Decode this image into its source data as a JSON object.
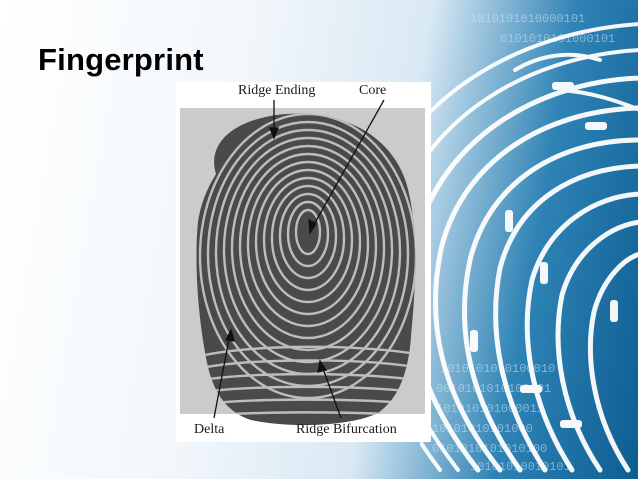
{
  "slide": {
    "title": "Fingerprint"
  },
  "figure": {
    "labels": {
      "ridge_ending": "Ridge Ending",
      "core": "Core",
      "delta": "Delta",
      "ridge_bifurcation": "Ridge Bifurcation"
    }
  },
  "background": {
    "binary_text": [
      "1010101010000101",
      "0101010101000101",
      "1010101010100010",
      "0010101010100101",
      "101010101000011",
      "10101010101000",
      "0101010101010100",
      "10101010010101"
    ],
    "colors": {
      "accent_dark": "#0d5d92",
      "accent_mid": "#2f83b5",
      "ridge_line": "#ffffff"
    }
  }
}
